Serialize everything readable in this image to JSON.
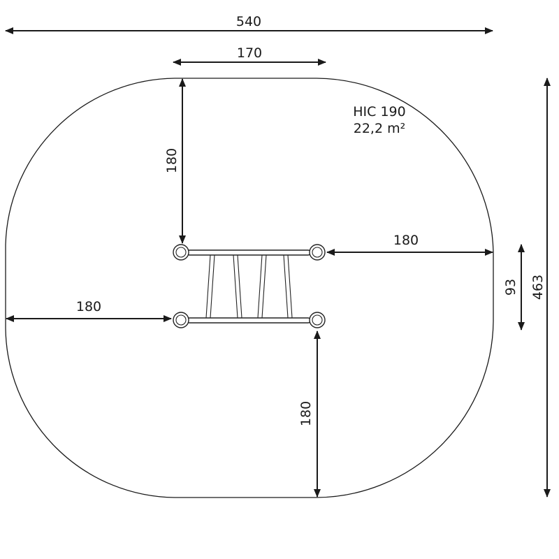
{
  "surface": {
    "hic_label": "HIC 190",
    "area_label": "22,2 m²"
  },
  "dimensions": {
    "overall_width": "540",
    "top_segment": "170",
    "top_clearance": "180",
    "right_clearance": "180",
    "left_clearance": "180",
    "bottom_clearance": "180",
    "equipment_depth": "93",
    "overall_height": "463"
  },
  "colors": {
    "line": "#1a1a1a",
    "background": "#ffffff"
  }
}
